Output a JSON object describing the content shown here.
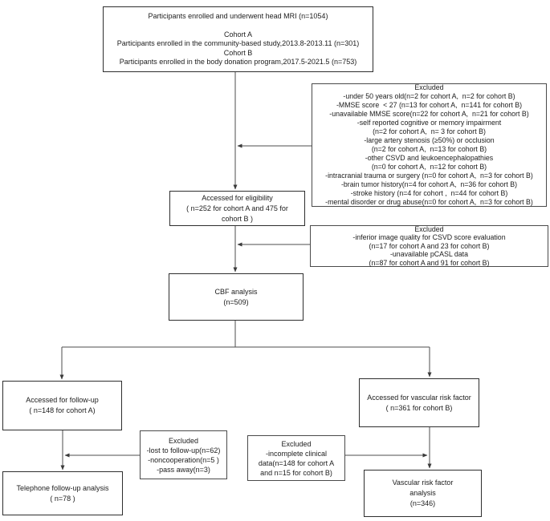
{
  "figure": {
    "boxes": {
      "enrollment": "Participants enrolled and underwent head MRI (n=1054)\n\nCohort A\nParticipants enrolled in the community-based study,2013.8-2013.11 (n=301)\nCohort B\nParticipants enrolled in the body donation program,2017.5-2021.5 (n=753)",
      "excluded_screening": "Excluded\n-under 50 years old(n=2 for cohort A,  n=2 for cohort B)\n-MMSE score  < 27 (n=13 for cohort A,  n=141 for cohort B)\n-unavailable MMSE score(n=22 for cohort A,  n=21 for cohort B)\n-self reported cognitive or memory impairment\n(n=2 for cohort A,  n= 3 for cohort B)\n-large artery stenosis (≥50%) or occlusion\n(n=2 for cohort A,  n=13 for cohort B)\n-other CSVD and leukoencephalopathies\n(n=0 for cohort A,  n=12 for cohort B)\n-intracranial trauma or surgery (n=0 for cohort A,  n=3 for cohort B)\n-brain tumor history(n=4 for cohort A,  n=36 for cohort B)\n-stroke history (n=4 for cohort ,  n=44 for cohort B)\n-mental disorder or drug abuse(n=0 for cohort A,  n=3 for cohort B)",
      "eligibility": "Accessed for eligibility\n( n=252 for cohort A and 475 for\ncohort B )",
      "excluded_imaging": "Excluded\n-inferior image quality for CSVD score evaluation\n(n=17 for cohort A and 23 for cohort B)\n-unavailable pCASL data\n(n=87 for cohort A and 91 for cohort B)",
      "cbf": "CBF analysis\n(n=509)",
      "followup": "Accessed for follow-up\n( n=148 for cohort A)",
      "vascular_access": "Accessed for vascular risk factor\n( n=361 for cohort B)",
      "excluded_followup": "Excluded\n-lost to follow-up(n=62)\n-noncooperation(n=5 )\n-pass away(n=3)",
      "excluded_clinical": "Excluded\n-incomplete clinical\ndata(n=148 for cohort A\nand n=15 for cohort B)",
      "telephone": "Telephone follow-up analysis\n( n=78 )",
      "vascular_analysis": "Vascular risk factor\nanalysis\n(n=346)"
    },
    "colors": {
      "background": "#ffffff",
      "box_border": "#2e2e2e",
      "connector_line": "#4d4d4d",
      "text": "#1c1c1c"
    }
  }
}
